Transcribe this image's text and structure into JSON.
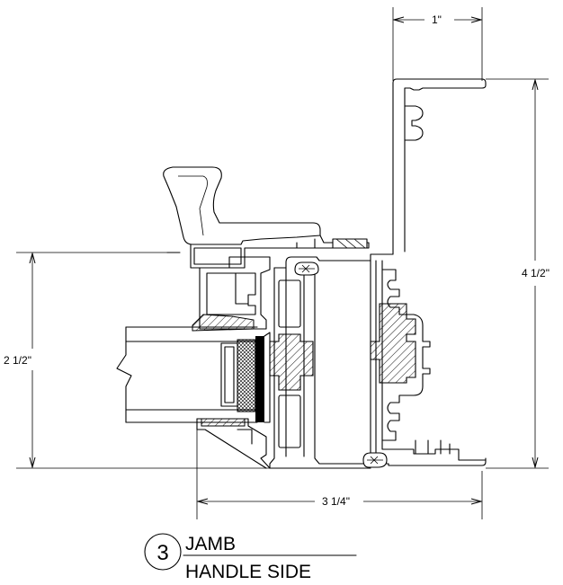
{
  "detail": {
    "number": "3",
    "title": "JAMB",
    "subtitle": "HANDLE SIDE"
  },
  "dimensions": {
    "top_width": "1\"",
    "overall_height": "4 1/2\"",
    "door_height": "2 1/2\"",
    "overall_width": "3 1/4\""
  },
  "colors": {
    "line": "#000000",
    "background": "#ffffff",
    "hatch": "#000000"
  }
}
